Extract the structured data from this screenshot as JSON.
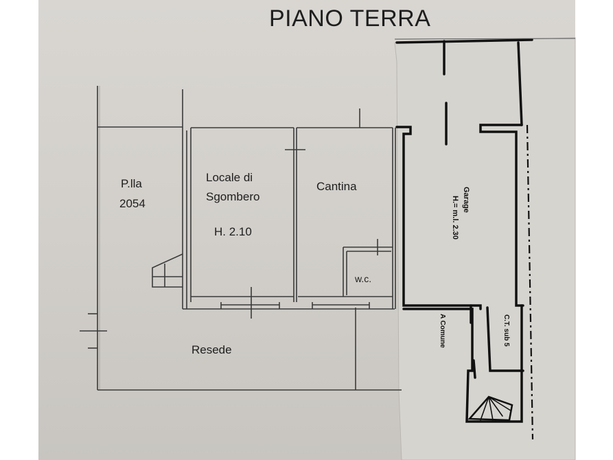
{
  "plan": {
    "title": "PIANO TERRA",
    "rooms": {
      "parcel": {
        "line1": "P.lla",
        "line2": "2054"
      },
      "storage": {
        "line1": "Locale di",
        "line2": "Sgombero",
        "height": "H. 2.10"
      },
      "cellar": {
        "label": "Cantina"
      },
      "wc": {
        "label": "w.c."
      },
      "yard": {
        "label": "Resede"
      },
      "garage": {
        "label": "Garage",
        "height": "H.= m.l. 2.30"
      },
      "common": {
        "label": "A Comune"
      },
      "boiler": {
        "label": "C.T. sub 5"
      }
    },
    "colors": {
      "paper": "#d4d1cc",
      "line_thin": "#3a3a3a",
      "line_thick": "#111111",
      "margin": "#ffffff"
    }
  }
}
